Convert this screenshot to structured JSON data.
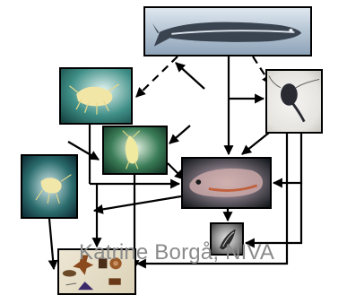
{
  "credit": "Katrine Borgå, NIVA",
  "nodes": {
    "fish": "fish",
    "amphipod_top": "amphipod",
    "copepod": "copepod",
    "amphipod_middle": "amphipod",
    "amphipod_left": "amphipod",
    "cladoceran": "cladoceran",
    "phytoplankton": "phytoplankton",
    "detritus": "detritus"
  },
  "colors": {
    "arrow": "#000000",
    "credit_text": "#8a8a8a"
  }
}
